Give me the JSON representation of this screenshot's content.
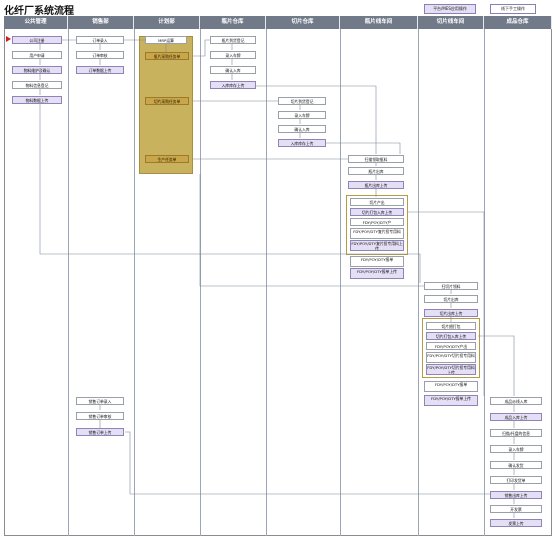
{
  "title": "化纤厂系统流程",
  "legend": {
    "mes": "平台/MES应用操作",
    "manual": "线下手工操作"
  },
  "lanes": [
    "公共管理",
    "销售部",
    "计划部",
    "瓶片仓库",
    "切片仓库",
    "瓶片线车间",
    "切片线车间",
    "成品仓库"
  ],
  "colors": {
    "lane_header": "#707a88",
    "mes_box": "#e4dff4",
    "manual_box": "#ffffff",
    "gold": "#c8b25e",
    "start_arrow": "#cc1f1f"
  },
  "boxes": {
    "pub_register": "公司注册",
    "pub_apply": "用户申请",
    "pub_material": "物料维护及确认",
    "pub_info": "物料信息登记",
    "pub_material_upload": "物料数据上传",
    "sales_order_in": "订单录入",
    "sales_order_review": "订单审核",
    "sales_order_upload": "订单数据上传",
    "sales_sale_in": "销售订单录入",
    "sales_sale_review": "销售订单审核",
    "sales_sale_upload": "销售订单上传",
    "plan_mrp": "MRP运算",
    "plan_bottle_purchase": "瓶片采购任务单",
    "plan_chip_purchase": "切片采购任务单",
    "plan_production": "生产任务单",
    "bottle_arrival": "瓶片到货登记",
    "bottle_inspect": "录入车牌",
    "bottle_confirm": "确认入库",
    "bottle_upload": "入库库存上传",
    "chip_arrival": "切片到货登记",
    "chip_inspect": "录入车牌",
    "chip_confirm": "确认入库",
    "chip_upload": "入库库存上传",
    "bline_scan": "扫描领取瓶料",
    "bline_out": "瓶片出库",
    "bline_out_upload": "瓶片出库上传",
    "bline_produce": "切片产出",
    "bline_pack_upload": "切片打包入库上传",
    "bline_fdy1": "FDY/POY/DTY产",
    "bline_fdy2": "FDY/POY/DTY复片投专用料",
    "bline_fdy3": "FDY/POY/DTY复片投专用料上传",
    "bline_fdy4": "FDY/POY/DTY报单",
    "bline_fdy5": "FDY/POY/DTY报单上传",
    "cline_scan": "扫切片领料",
    "cline_out": "切片出库",
    "cline_out_upload": "切片出库上传",
    "cline_pack": "切片捆打包",
    "cline_pack_upload": "切片打包入库上传",
    "cline_fdy1": "FDY/POY/DTY产出",
    "cline_fdy2": "FDY/POY/DTY切片投专用料",
    "cline_fdy3": "FDY/POY/DTY切片投专用料上传",
    "cline_fdy4": "FDY/POY/DTY报单",
    "cline_fdy5": "FDY/POY/DTY报单上传",
    "fin_in": "成品纱线入库",
    "fin_in_upload": "成品入库上传",
    "fin_scan": "扫描/托盘的信息",
    "fin_plate": "录入车牌",
    "fin_confirm": "确认发货",
    "fin_print": "打印发货单",
    "fin_out_upload": "销售出库上传",
    "fin_invoice": "开发票",
    "fin_ship_upload": "发票上传"
  }
}
